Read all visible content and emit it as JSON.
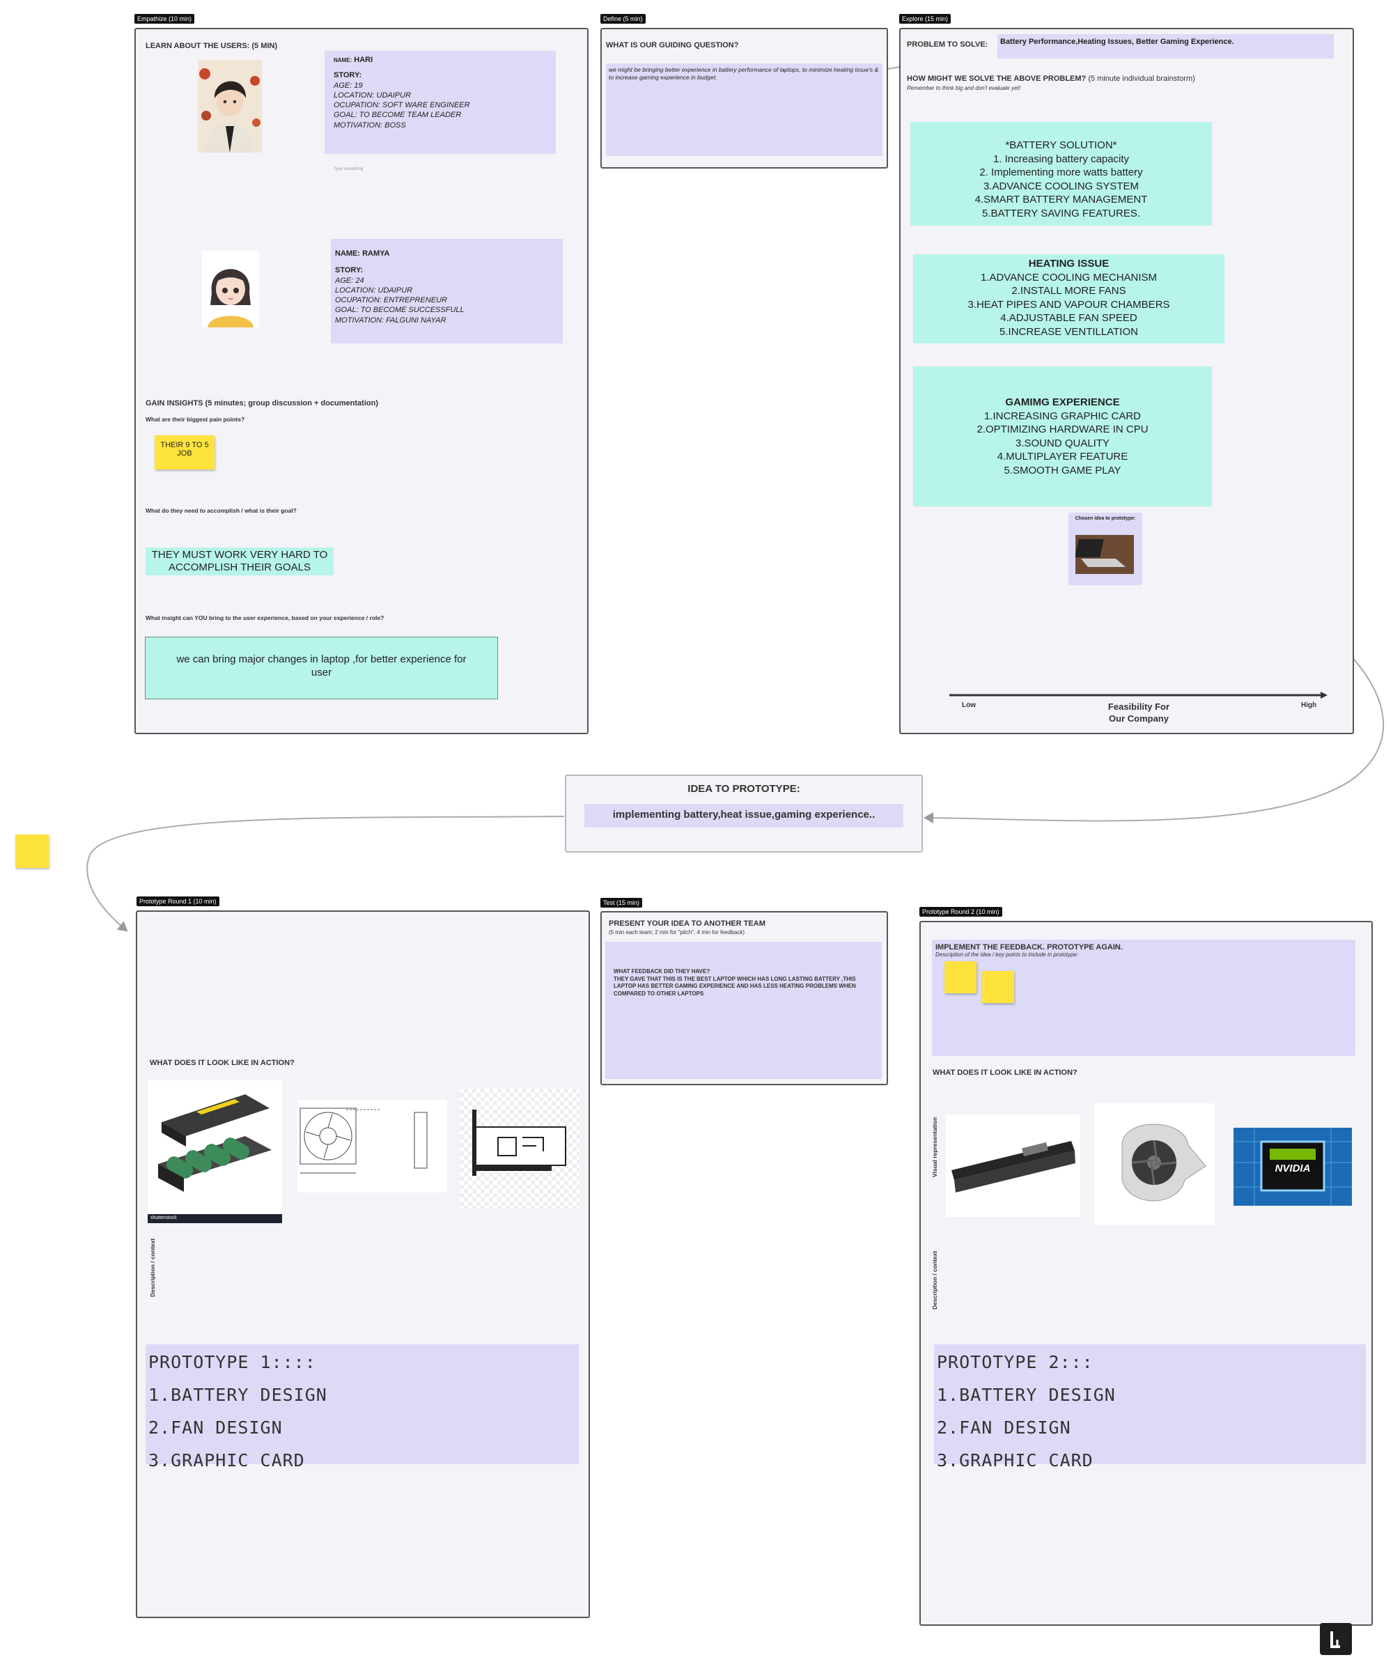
{
  "empathize": {
    "tag": "Empathize (10 min)",
    "learn": "LEARN ABOUT THE USERS: (5 MIN)",
    "user1": {
      "name_label": "NAME:",
      "name": "HARI",
      "story": "STORY:",
      "age": "AGE: 19",
      "location": "LOCATION: UDAIPUR",
      "occupation": "OCUPATION: SOFT WARE ENGINEER",
      "goal": "GOAL: TO BECOME TEAM LEADER",
      "motivation": "MOTIVATION: BOSS"
    },
    "type_hint": "Type something",
    "user2": {
      "name": "NAME: RAMYA",
      "story": "STORY:",
      "age": "AGE: 24",
      "location": "LOCATION: UDAIPUR",
      "occupation": "OCUPATION: ENTREPRENEUR",
      "goal": "GOAL: TO BECOME SUCCESSFULL",
      "motivation": "MOTIVATION: FALGUNI NAYAR"
    },
    "insights": "GAIN INSIGHTS (5 minutes; group discussion + documentation)",
    "q_pain": "What are their biggest pain points?",
    "pain_note": "THEIR 9 TO 5 JOB",
    "q_goal": "What do they need to accomplish / what is their goal?",
    "goal_note": "THEY MUST WORK VERY HARD TO ACCOMPLISH THEIR GOALS",
    "q_insight": "What insight can YOU bring to the user experience, based on your experience / role?",
    "insight_note": "we can bring major changes in laptop ,for better experience for user"
  },
  "define": {
    "tag": "Define (5 min)",
    "title": "WHAT IS OUR GUIDING QUESTION?",
    "text": "we might be bringing better experience in battery performance of laptops, to minimize heating issue's & to increase gaming experience in budget."
  },
  "explore": {
    "tag": "Explore (15 min)",
    "problem_label": "PROBLEM TO SOLVE:",
    "problem": "Battery Performance,Heating Issues, Better Gaming Experience.",
    "how": "HOW MIGHT WE SOLVE THE ABOVE PROBLEM?",
    "how_sub": "(5 minute individual brainstorm)",
    "remember": "Remember to think big and don't evaluate yet!",
    "battery": {
      "title": "*BATTERY SOLUTION*",
      "items": [
        "1. Increasing battery capacity",
        "2. Implementing more watts battery",
        "3.ADVANCE COOLING SYSTEM",
        "4.SMART BATTERY MANAGEMENT",
        "5.BATTERY SAVING FEATURES."
      ]
    },
    "heating": {
      "title": "HEATING ISSUE",
      "items": [
        "1.ADVANCE COOLING MECHANISM",
        "2.INSTALL MORE FANS",
        "3.HEAT PIPES AND VAPOUR CHAMBERS",
        "4.ADJUSTABLE FAN SPEED",
        "5.INCREASE VENTILLATION"
      ]
    },
    "gaming": {
      "title": "GAMIMG EXPERIENCE",
      "items": [
        "1.INCREASING GRAPHIC CARD",
        "2.OPTIMIZING HARDWARE IN CPU",
        "3.SOUND QUALITY",
        "4.MULTIPLAYER FEATURE",
        "5.SMOOTH GAME PLAY"
      ]
    },
    "chosen": "Chosen idea to prototype:",
    "axis_low": "Low",
    "axis_high": "High",
    "axis_label": "Feasibility For Our Company"
  },
  "idea": {
    "title": "IDEA TO PROTOTYPE:",
    "text": "implementing battery,heat issue,gaming experience.."
  },
  "proto1": {
    "tag": "Prototype Round 1 (10 min)",
    "action": "WHAT DOES IT LOOK LIKE IN ACTION?",
    "desc": "Description / context",
    "shutterstock": "shutterstock",
    "lines": [
      "PROTOTYPE 1::::",
      "1.BATTERY DESIGN",
      "2.FAN DESIGN",
      "3.GRAPHIC CARD"
    ]
  },
  "test": {
    "tag": "Test (15 min)",
    "title": "PRESENT YOUR IDEA TO ANOTHER TEAM",
    "sub": "(5 min each team; 2 min for \"pitch\", 4 min for feedback)",
    "q": "WHAT FEEDBACK DID THEY HAVE?",
    "a": "THEY GAVE THAT THIS IS THE BEST LAPTOP WHICH HAS LONG LASTING BATTERY ,THIS LAPTOP HAS BETTER GAMING EXPERIENCE AND HAS LESS HEATING PROBLEMS WHEN COMPARED TO OTHER LAPTOPS"
  },
  "proto2": {
    "tag": "Prototype Round 2 (10 min)",
    "title": "IMPLEMENT THE FEEDBACK. PROTOTYPE AGAIN.",
    "sub": "Description of the idea / key points to include in prototype:",
    "action": "WHAT DOES IT LOOK LIKE IN ACTION?",
    "visual": "Visual representation",
    "desc": "Description / context",
    "nvidia": "NVIDIA",
    "lines": [
      "PROTOTYPE 2:::",
      "1.BATTERY DESIGN",
      "2.FAN DESIGN",
      "3.GRAPHIC CARD"
    ]
  },
  "colors": {
    "frame": "#f4f3f8",
    "lavender": "#dcdaf6",
    "teal": "#b7f4ea",
    "sticky": "#ffe33d"
  }
}
